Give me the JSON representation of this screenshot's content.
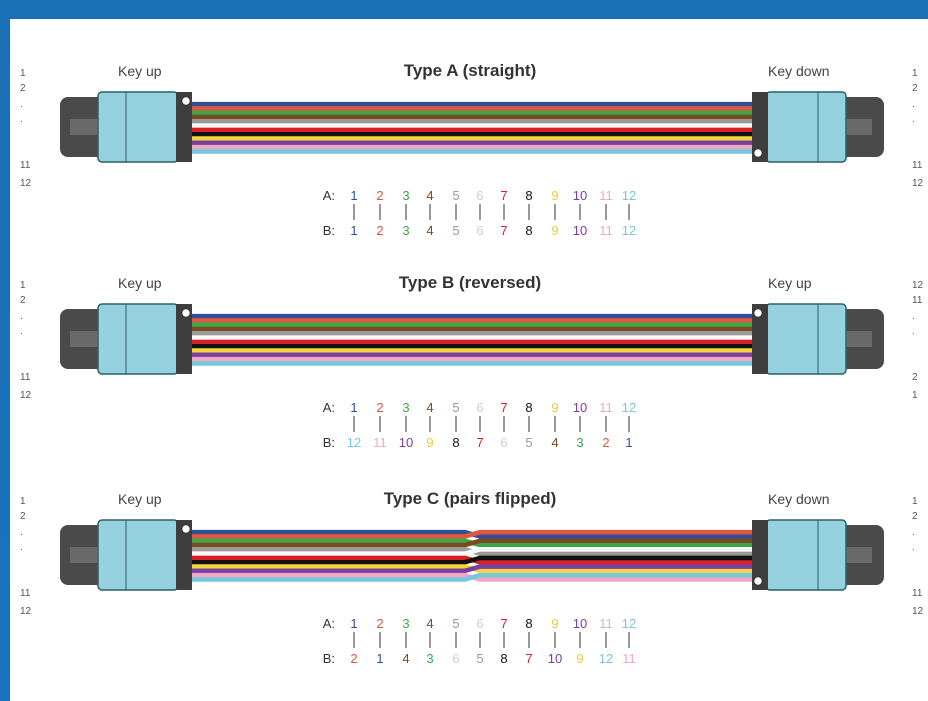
{
  "colors": {
    "fibers": [
      "#2f4f9a",
      "#e2573c",
      "#3aa84a",
      "#7a4a22",
      "#9a9a9a",
      "#ffffff",
      "#d91f26",
      "#111111",
      "#f0d63c",
      "#7a3e9e",
      "#f1a8c4",
      "#79c6dc"
    ],
    "pin_text": [
      "#2f4f9a",
      "#e2573c",
      "#3aa84a",
      "#7a4a22",
      "#9a9a9a",
      "#cfcfcf",
      "#d91f26",
      "#111111",
      "#f0c93c",
      "#7a3e9e",
      "#f1a8c4",
      "#79c6dc"
    ],
    "connector_body": "#95d1de",
    "connector_dark": "#3e3e3e",
    "boot": "#4a4a4a"
  },
  "cables": [
    {
      "title": "Type A (straight)",
      "left_key": "Key up",
      "right_key": "Key down",
      "left_side_labels": [
        "1",
        "2",
        ".",
        ".",
        "11",
        "12"
      ],
      "right_side_labels": [
        "1",
        "2",
        ".",
        ".",
        "11",
        "12"
      ],
      "row_a_label": "A:",
      "row_b_label": "B:",
      "pins_a": [
        "1",
        "2",
        "3",
        "4",
        "5",
        "6",
        "7",
        "8",
        "9",
        "10",
        "11",
        "12"
      ],
      "pins_b": [
        "1",
        "2",
        "3",
        "4",
        "5",
        "6",
        "7",
        "8",
        "9",
        "10",
        "11",
        "12"
      ],
      "mapping": "straight"
    },
    {
      "title": "Type B (reversed)",
      "left_key": "Key up",
      "right_key": "Key up",
      "left_side_labels": [
        "1",
        "2",
        ".",
        ".",
        "11",
        "12"
      ],
      "right_side_labels": [
        "12",
        "11",
        ".",
        ".",
        "2",
        "1"
      ],
      "row_a_label": "A:",
      "row_b_label": "B:",
      "pins_a": [
        "1",
        "2",
        "3",
        "4",
        "5",
        "6",
        "7",
        "8",
        "9",
        "10",
        "11",
        "12"
      ],
      "pins_b": [
        "12",
        "11",
        "10",
        "9",
        "8",
        "7",
        "6",
        "5",
        "4",
        "3",
        "2",
        "1"
      ],
      "mapping": "reversed"
    },
    {
      "title": "Type C (pairs flipped)",
      "left_key": "Key up",
      "right_key": "Key down",
      "left_side_labels": [
        "1",
        "2",
        ".",
        ".",
        "11",
        "12"
      ],
      "right_side_labels": [
        "1",
        "2",
        ".",
        ".",
        "11",
        "12"
      ],
      "row_a_label": "A:",
      "row_b_label": "B:",
      "pins_a": [
        "1",
        "2",
        "3",
        "4",
        "5",
        "6",
        "7",
        "8",
        "9",
        "10",
        "11",
        "12"
      ],
      "pins_b": [
        "2",
        "1",
        "4",
        "3",
        "6",
        "5",
        "8",
        "7",
        "10",
        "9",
        "12",
        "11"
      ],
      "mapping": "pairs-flipped"
    }
  ]
}
